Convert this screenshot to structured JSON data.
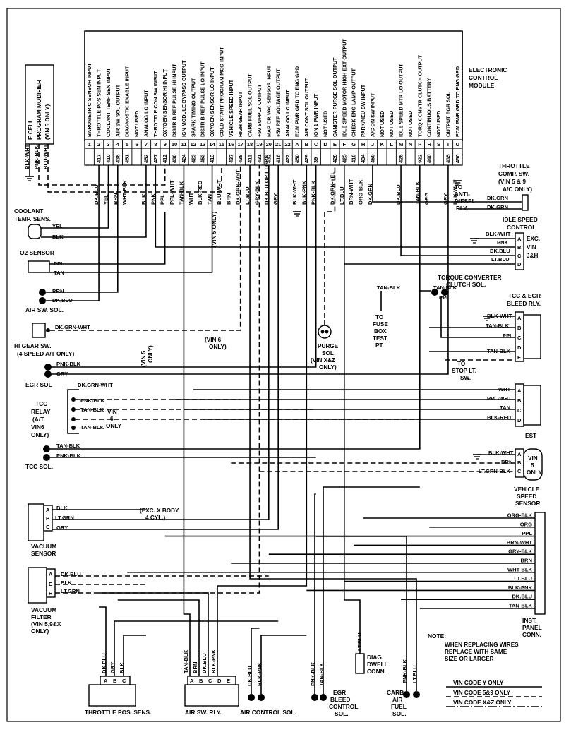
{
  "ecm": {
    "title_lines": [
      "ELECTRONIC",
      "CONTROL",
      "MODULE"
    ],
    "pins": [
      {
        "name": "BAROMETRIC SENSOR INPUT",
        "letter": "1",
        "circuit": "",
        "wire": ""
      },
      {
        "name": "THROTTLE POS SEN INPUT",
        "letter": "2",
        "circuit": "417",
        "wire": "DK.BLU"
      },
      {
        "name": "COOLANT TEMP SEN INPUT",
        "letter": "3",
        "circuit": "410",
        "wire": "YEL"
      },
      {
        "name": "AIR SW SOL OUTPUT",
        "letter": "4",
        "circuit": "436",
        "wire": "BRN"
      },
      {
        "name": "DIAGNOSTIC ENABLE INPUT",
        "letter": "5",
        "circuit": "451",
        "wire": "WHT-BLK"
      },
      {
        "name": "NOT USED",
        "letter": "6",
        "circuit": "",
        "wire": ""
      },
      {
        "name": "ANALOG LO INPUT",
        "letter": "7",
        "circuit": "452",
        "wire": "BLK"
      },
      {
        "name": "THROTTLE CON SW INPUT",
        "letter": "8",
        "circuit": "427",
        "wire": "PNK"
      },
      {
        "name": "OXYGEN SENSOR HI INPUT",
        "letter": "9",
        "circuit": "412",
        "wire": "PPL"
      },
      {
        "name": "DISTRIB REF PULSE HI INPUT",
        "letter": "10",
        "circuit": "430",
        "wire": "PPL-WHT"
      },
      {
        "name": "IGN MODULE BYPASS OUTPUT",
        "letter": "11",
        "circuit": "424",
        "wire": "TAN-BLK"
      },
      {
        "name": "SPARK TIMING OUTPUT",
        "letter": "12",
        "circuit": "423",
        "wire": "WHT"
      },
      {
        "name": "DISTRIB REF PULSE LO INPUT",
        "letter": "13",
        "circuit": "453",
        "wire": "BLK-RED"
      },
      {
        "name": "OXYGEN SENSOR LO INPUT",
        "letter": "14",
        "circuit": "413",
        "wire": "TAN"
      },
      {
        "name": "COLD START PROGRAM MOD INPUT",
        "letter": "15",
        "circuit": "",
        "wire": "BLU-WHT"
      },
      {
        "name": "VEHICLE SPEED INPUT",
        "letter": "16",
        "circuit": "437",
        "wire": "BRN"
      },
      {
        "name": "HIGH GEAR INPUT",
        "letter": "17",
        "circuit": "438",
        "wire": "DK.GRN-WHT"
      },
      {
        "name": "CARB FUEL SOL OUTPUT",
        "letter": "18",
        "circuit": "411",
        "wire": "LT.BLU"
      },
      {
        "name": "+5V SUPPLY OUTPUT",
        "letter": "19",
        "circuit": "431",
        "wire": "GRY-BLK"
      },
      {
        "name": "MAP OR VAC SENSOR INPUT",
        "letter": "20",
        "circuit": "432",
        "wire": "DK.BLU OR LT.GRN"
      },
      {
        "name": "+5V REF VOLTAGE OUTPUT",
        "letter": "21",
        "circuit": "416",
        "wire": "GRY"
      },
      {
        "name": "ANALOG LO INPUT",
        "letter": "22",
        "circuit": "422",
        "wire": ""
      },
      {
        "name": "ECM PWR GRD TO ENG GRD",
        "letter": "A",
        "circuit": "450",
        "wire": "BLK-WHT"
      },
      {
        "name": "AIR CONT SOL OUTPUT",
        "letter": "B",
        "circuit": "429",
        "wire": "BLK-PNK"
      },
      {
        "name": "IGN 1 PWR INPUT",
        "letter": "C",
        "circuit": "39",
        "wire": "PNK-BLK"
      },
      {
        "name": "NOT USED",
        "letter": "D",
        "circuit": "",
        "wire": ""
      },
      {
        "name": "CANISTER PURGE SOL OUTPUT",
        "letter": "E",
        "circuit": "428",
        "wire": "DK.GRN-YEL"
      },
      {
        "name": "IDLE SPEED MOTOR HIGH EXT OUTPUT",
        "letter": "F",
        "circuit": "425",
        "wire": "LT.BLU"
      },
      {
        "name": "CHECK ENG LAMP OUTPUT",
        "letter": "G",
        "circuit": "419",
        "wire": "BRN-WHT"
      },
      {
        "name": "PARK/NEU SW INPUT",
        "letter": "H",
        "circuit": "434",
        "wire": "ORG-BLK"
      },
      {
        "name": "A/C ON SW INPUT",
        "letter": "J",
        "circuit": "459",
        "wire": "DK.GRN"
      },
      {
        "name": "NOT USED",
        "letter": "K",
        "circuit": "",
        "wire": ""
      },
      {
        "name": "NOT USED",
        "letter": "L",
        "circuit": "",
        "wire": ""
      },
      {
        "name": "IDLE SPEED MTR LO OUTPUT",
        "letter": "M",
        "circuit": "426",
        "wire": "DK.BLU"
      },
      {
        "name": "NOT USED",
        "letter": "N",
        "circuit": "",
        "wire": ""
      },
      {
        "name": "TORQ CONVTR CLUTCH OUTPUT",
        "letter": "P",
        "circuit": "922",
        "wire": "TAN-BLK"
      },
      {
        "name": "CONTINUOUS BATTERY",
        "letter": "R",
        "circuit": "440",
        "wire": "ORG"
      },
      {
        "name": "NOT USED",
        "letter": "S",
        "circuit": "",
        "wire": ""
      },
      {
        "name": "OUTPUT EGR SOL",
        "letter": "T",
        "circuit": "435",
        "wire": "GRY"
      },
      {
        "name": "ECM PWR GRD TO ENG GRD",
        "letter": "U",
        "circuit": "450",
        "wire": "BLK-WHT"
      }
    ]
  },
  "ecell": {
    "lines": [
      "E CELL",
      "PROGRAM MODIFIER",
      "(VIN 5 ONLY)"
    ],
    "wires": [
      "BLK-WHT",
      "PNK-BLK",
      "BLU-WHT"
    ]
  },
  "left_components": {
    "coolant": {
      "title": [
        "COOLANT",
        "TEMP. SENS."
      ],
      "wires": [
        "YEL",
        "BLK"
      ]
    },
    "o2": {
      "title": "O2 SENSOR",
      "wires": [
        "PPL",
        "TAN"
      ]
    },
    "airsw": {
      "title": "AIR SW. SOL.",
      "wires": [
        "BRN",
        "DK.BLU"
      ]
    },
    "higear": {
      "title": [
        "HI GEAR SW.",
        "(4 SPEED A/T ONLY)"
      ],
      "wires": [
        "DK.GRN-WHT"
      ]
    },
    "egr": {
      "title": "EGR SOL",
      "wires": [
        "PNK-BLK",
        "GRY"
      ]
    },
    "tccrelay": {
      "title": [
        "TCC",
        "RELAY",
        "(A/T",
        "VIN6",
        "ONLY)"
      ],
      "wires": [
        "DK.GRN-WHT",
        "PNK-BLK",
        "TAN-BLK",
        "TAN-BLK"
      ],
      "note": [
        "VIN",
        "6",
        "ONLY"
      ]
    },
    "tccsol": {
      "title": "TCC SOL.",
      "wires": [
        "TAN-BLK",
        "PNK-BLK"
      ]
    },
    "vacsensor": {
      "title": [
        "VACUUM",
        "SENSOR"
      ],
      "pins": [
        "A",
        "B",
        "C"
      ],
      "wires": [
        "BLK",
        "LT.GRN",
        "GRY"
      ]
    },
    "vacfilter": {
      "title": [
        "VACUUM",
        "FILTER",
        "(VIN 5,9&X",
        "ONLY)"
      ],
      "pins": [
        "A",
        "E",
        "H"
      ],
      "wires": [
        "DK.BLU",
        "BLK",
        "LT.GRN"
      ]
    }
  },
  "right_components": {
    "throttle_comp": {
      "title": [
        "THROTTLE",
        "COMP. SW.",
        "(VIN 5 & 9",
        "A/C ONLY)"
      ],
      "wires": [
        "DK.GRN",
        "DK.GRN"
      ],
      "note": [
        "TO",
        "ANTI-",
        "DIESEL",
        "RLY."
      ]
    },
    "idle_speed": {
      "title": [
        "IDLE SPEED",
        "CONTROL"
      ],
      "pins": [
        "A",
        "B",
        "C",
        "D"
      ],
      "pin_notes": [
        "EXC.",
        "VIN",
        "J&H"
      ],
      "wires": [
        "BLK-WHT",
        "PNK",
        "DK.BLU",
        "LT.BLU"
      ]
    },
    "torque_conv": {
      "title": [
        "TORQUE CONVERTER",
        "CLUTCH SOL."
      ],
      "wires": [
        "TAN-BLK",
        "TAN-BLK",
        "PPL"
      ],
      "fuse_note": [
        "TO",
        "FUSE",
        "BOX",
        "TEST",
        "PT."
      ]
    },
    "tcc_egr_bleed": {
      "title": [
        "TCC & EGR",
        "BLEED RLY."
      ],
      "pins": [
        "A",
        "B",
        "C",
        "D",
        "E"
      ],
      "wires": [
        "BLK-WHT",
        "TAN-BLK",
        "PPL",
        "TAN-BLK"
      ],
      "note": [
        "TO",
        "STOP LT.",
        "SW."
      ]
    },
    "est": {
      "title": "EST",
      "pins": [
        "A",
        "B",
        "C",
        "D"
      ],
      "wires": [
        "WHT",
        "PPL-WHT",
        "TAN",
        "BLK-RED"
      ]
    },
    "vss": {
      "title": [
        "VEHICLE",
        "SPEED",
        "SENSOR"
      ],
      "pins": [
        "A",
        "B",
        "C"
      ],
      "pin_note": [
        "VIN",
        "5",
        "ONLY"
      ],
      "wires": [
        "BLK-WHT",
        "BRN",
        "LT.GRN-BLK"
      ]
    },
    "inst_panel": {
      "title": [
        "INST.",
        "PANEL",
        "CONN."
      ],
      "wires": [
        "ORG-BLK",
        "ORG",
        "PPL",
        "BRN-WHT",
        "GRY-BLK",
        "BRN",
        "WHT-BLK",
        "LT.BLU",
        "BLK-PNK",
        "DK.BLU",
        "TAN-BLK"
      ]
    }
  },
  "bottom_components": {
    "tps": {
      "title": "THROTTLE POS. SENS.",
      "pins": [
        "A",
        "B",
        "C"
      ],
      "wires": [
        "DK.BLU",
        "GRY",
        "BLK"
      ]
    },
    "airswrly": {
      "title": "AIR SW. RLY.",
      "pins": [
        "A",
        "B",
        "C",
        "D",
        "E"
      ],
      "wires": [
        "TAN-BLK",
        "BRN",
        "DK.BLU",
        "BLK-PNK"
      ]
    },
    "aircontrol": {
      "title": "AIR CONTROL SOL.",
      "wires": [
        "DK.BLU",
        "BLK-PNK"
      ]
    },
    "egrbleed": {
      "title": [
        "EGR",
        "BLEED",
        "CONTROL",
        "SOL."
      ],
      "wires": [
        "PNK-BLK",
        "TAN-BLK"
      ]
    },
    "diag": {
      "title": [
        "DIAG.",
        "DWELL",
        "CONN."
      ],
      "wires": [
        "LT.BLU"
      ]
    },
    "carb": {
      "title": [
        "CARB.",
        "AIR",
        "FUEL",
        "SOL."
      ],
      "wires": [
        "PNK-BLK",
        "LT.BLU"
      ]
    }
  },
  "notes": {
    "purge": [
      "PURGE",
      "SOL",
      "(VIN X&Z",
      "ONLY)"
    ],
    "vin5only": [
      "(VIN 5 ONLY)"
    ],
    "vin5only_b": [
      "(VIN 5",
      "ONLY)"
    ],
    "vin6only": [
      "(VIN 6",
      "ONLY)"
    ],
    "exc_x": [
      "(EXC. X BODY",
      "4 CYL.)"
    ],
    "note_title": "NOTE:",
    "note_text": [
      "WHEN REPLACING WIRES",
      "REPLACE WITH SAME",
      "SIZE OR LARGER"
    ],
    "legend": [
      "VIN CODE Y ONLY",
      "VIN CODE 5&9 ONLY",
      "VIN CODE X&Z ONLY"
    ]
  }
}
